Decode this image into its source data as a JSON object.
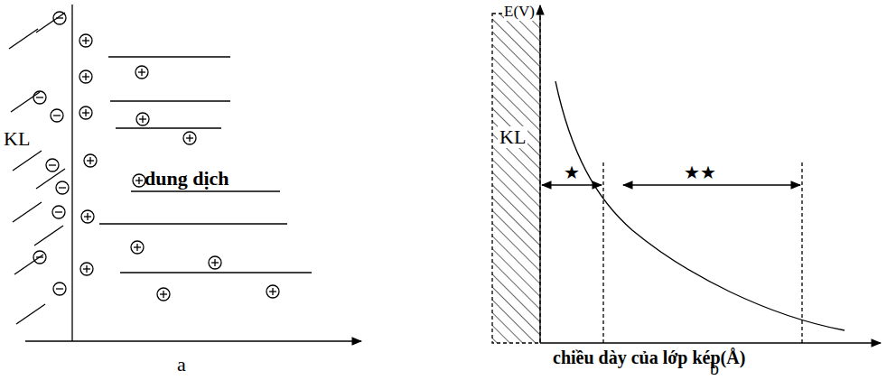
{
  "diagram": {
    "labels": [
      "KL",
      "dung dịch",
      "a",
      "E(V)",
      "KL",
      "★",
      "★★",
      "chiều dày của lớp kép(Å)",
      "b"
    ]
  }
}
